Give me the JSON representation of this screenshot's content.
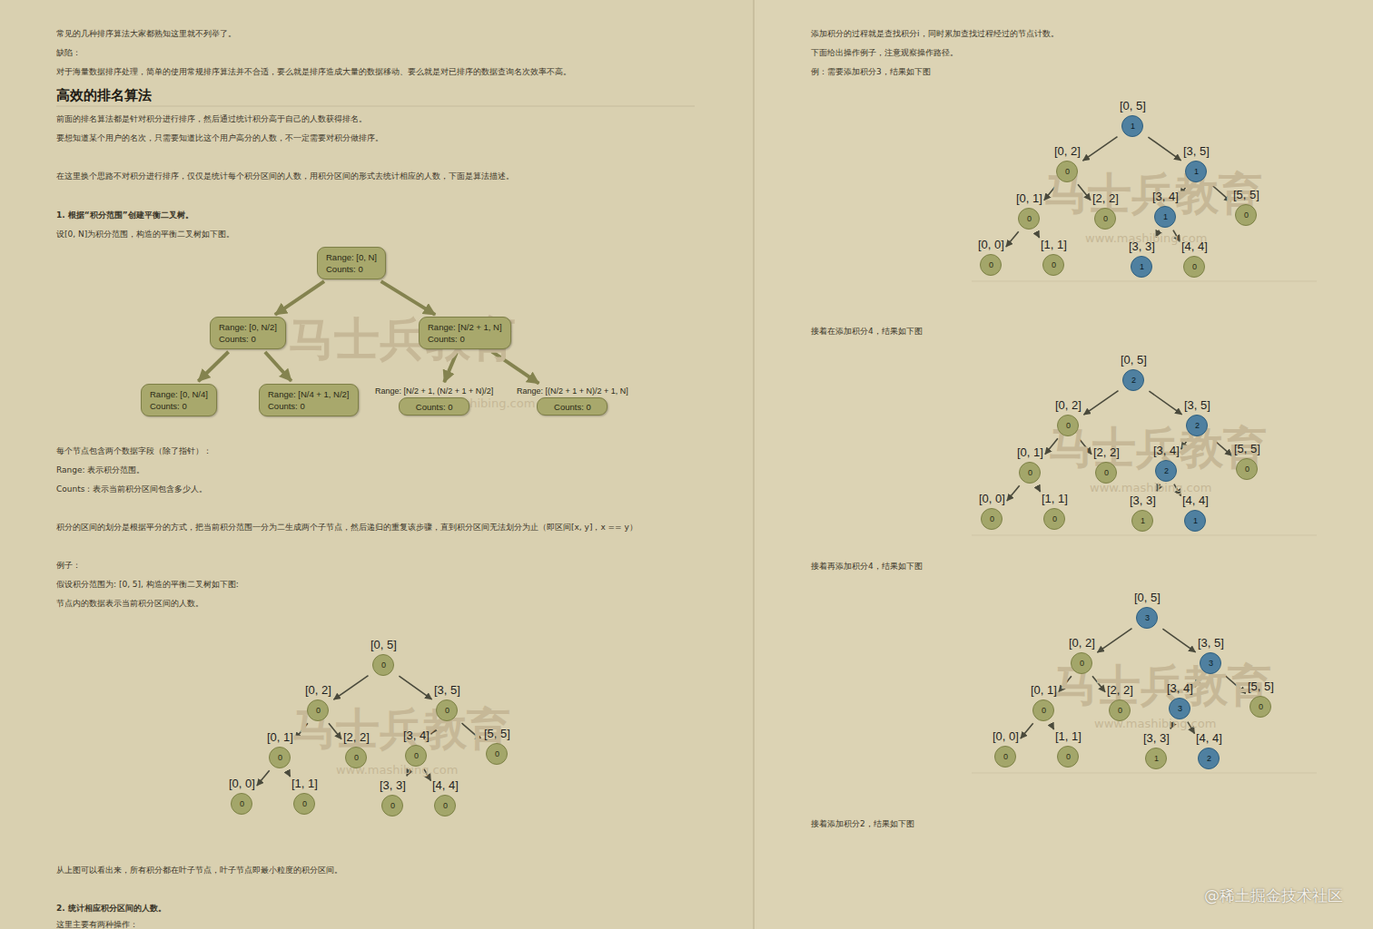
{
  "diagram": {
    "nodes": [
      {
        "text": [
          "Range: [0, N]",
          "Counts: 0"
        ]
      },
      {
        "text": [
          "Range: [0, N/2]",
          "Counts: 0"
        ]
      },
      {
        "text": [
          "Range: [N/2 + 1, N]",
          "Counts: 0"
        ]
      },
      {
        "text": [
          "Range: [0, N/4]",
          "Counts: 0"
        ]
      },
      {
        "text": [
          "Range: [N/4 + 1, N/2]",
          "Counts: 0"
        ]
      },
      {
        "text": [
          "Range: [N/2 + 1, (N/2 + 1 + N)/2]",
          "Counts: 0"
        ]
      },
      {
        "text": [
          "Range: [(N/2 + 1 + N)/2 + 1, N]",
          "Counts: 0"
        ]
      },
      {
        "text": [
          "[0, 5]",
          "0"
        ]
      },
      {
        "text": [
          "[0, 2]",
          "0"
        ]
      },
      {
        "text": [
          "[3, 5]",
          "0"
        ]
      },
      {
        "text": [
          "[0, 1]",
          "0"
        ]
      },
      {
        "text": [
          "[2, 2]",
          "0"
        ]
      },
      {
        "text": [
          "[3, 4]",
          "0"
        ]
      },
      {
        "text": [
          "[5, 5]",
          "0"
        ]
      },
      {
        "text": [
          "[0, 0]",
          "0"
        ]
      },
      {
        "text": [
          "[1, 1]",
          "0"
        ]
      },
      {
        "text": [
          "[3, 3]",
          "0"
        ]
      },
      {
        "text": [
          "[4, 4]",
          "0"
        ]
      },
      {
        "text": [
          "[0, 5]",
          "1"
        ]
      },
      {
        "text": [
          "[0, 2]",
          "0"
        ]
      },
      {
        "text": [
          "[3, 5]",
          "1"
        ]
      },
      {
        "text": [
          "[0, 1]",
          "0"
        ]
      },
      {
        "text": [
          "[2, 2]",
          "0"
        ]
      },
      {
        "text": [
          "[3, 4]",
          "1"
        ]
      },
      {
        "text": [
          "[5, 5]",
          "0"
        ]
      },
      {
        "text": [
          "[0, 0]",
          "0"
        ]
      },
      {
        "text": [
          "[1, 1]",
          "0"
        ]
      },
      {
        "text": [
          "[3, 3]",
          "1"
        ]
      },
      {
        "text": [
          "[4, 4]",
          "0"
        ]
      },
      {
        "text": [
          "[0, 5]",
          "2"
        ]
      },
      {
        "text": [
          "[0, 2]",
          "0"
        ]
      },
      {
        "text": [
          "[3, 5]",
          "2"
        ]
      },
      {
        "text": [
          "[0, 1]",
          "0"
        ]
      },
      {
        "text": [
          "[2, 2]",
          "0"
        ]
      },
      {
        "text": [
          "[3, 4]",
          "2"
        ]
      },
      {
        "text": [
          "[5, 5]",
          "0"
        ]
      },
      {
        "text": [
          "[0, 0]",
          "0"
        ]
      },
      {
        "text": [
          "[1, 1]",
          "0"
        ]
      },
      {
        "text": [
          "[3, 3]",
          "1"
        ]
      },
      {
        "text": [
          "[4, 4]",
          "1"
        ]
      },
      {
        "text": [
          "[0, 5]",
          "3"
        ]
      },
      {
        "text": [
          "[0, 2]",
          "0"
        ]
      },
      {
        "text": [
          "[3, 5]",
          "3"
        ]
      },
      {
        "text": [
          "[0, 1]",
          "0"
        ]
      },
      {
        "text": [
          "[2, 2]",
          "0"
        ]
      },
      {
        "text": [
          "[3, 4]",
          "3"
        ]
      },
      {
        "text": [
          "[5, 5]",
          "0"
        ]
      },
      {
        "text": [
          "[0, 0]",
          "0"
        ]
      },
      {
        "text": [
          "[1, 1]",
          "0"
        ]
      },
      {
        "text": [
          "[3, 3]",
          "1"
        ]
      },
      {
        "text": [
          "[4, 4]",
          "2"
        ]
      }
    ],
    "edges": [
      {
        "from": 0,
        "to": 1,
        "arrow": "to"
      },
      {
        "from": 0,
        "to": 2,
        "arrow": "to"
      },
      {
        "from": 1,
        "to": 3,
        "arrow": "to"
      },
      {
        "from": 1,
        "to": 4,
        "arrow": "to"
      },
      {
        "from": 2,
        "to": 5,
        "arrow": "to"
      },
      {
        "from": 2,
        "to": 6,
        "arrow": "to"
      },
      {
        "from": 7,
        "to": 8,
        "arrow": "to"
      },
      {
        "from": 7,
        "to": 9,
        "arrow": "to"
      },
      {
        "from": 8,
        "to": 10,
        "arrow": "to"
      },
      {
        "from": 8,
        "to": 11,
        "arrow": "to"
      },
      {
        "from": 9,
        "to": 12,
        "arrow": "to"
      },
      {
        "from": 9,
        "to": 13,
        "arrow": "to"
      },
      {
        "from": 10,
        "to": 14,
        "arrow": "to"
      },
      {
        "from": 10,
        "to": 15,
        "arrow": "to"
      },
      {
        "from": 12,
        "to": 16,
        "arrow": "to"
      },
      {
        "from": 12,
        "to": 17,
        "arrow": "to"
      },
      {
        "from": 18,
        "to": 19,
        "arrow": "to"
      },
      {
        "from": 18,
        "to": 20,
        "arrow": "to"
      },
      {
        "from": 19,
        "to": 21,
        "arrow": "to"
      },
      {
        "from": 19,
        "to": 22,
        "arrow": "to"
      },
      {
        "from": 20,
        "to": 23,
        "arrow": "to"
      },
      {
        "from": 20,
        "to": 24,
        "arrow": "to"
      },
      {
        "from": 21,
        "to": 25,
        "arrow": "to"
      },
      {
        "from": 21,
        "to": 26,
        "arrow": "to"
      },
      {
        "from": 23,
        "to": 27,
        "arrow": "to"
      },
      {
        "from": 23,
        "to": 28,
        "arrow": "to"
      },
      {
        "from": 29,
        "to": 30,
        "arrow": "to"
      },
      {
        "from": 29,
        "to": 31,
        "arrow": "to"
      },
      {
        "from": 30,
        "to": 32,
        "arrow": "to"
      },
      {
        "from": 30,
        "to": 33,
        "arrow": "to"
      },
      {
        "from": 31,
        "to": 34,
        "arrow": "to"
      },
      {
        "from": 31,
        "to": 35,
        "arrow": "to"
      },
      {
        "from": 32,
        "to": 36,
        "arrow": "to"
      },
      {
        "from": 32,
        "to": 37,
        "arrow": "to"
      },
      {
        "from": 34,
        "to": 38,
        "arrow": "to"
      },
      {
        "from": 34,
        "to": 39,
        "arrow": "to"
      },
      {
        "from": 40,
        "to": 41,
        "arrow": "to"
      },
      {
        "from": 40,
        "to": 42,
        "arrow": "to"
      },
      {
        "from": 41,
        "to": 43,
        "arrow": "to"
      },
      {
        "from": 41,
        "to": 44,
        "arrow": "to"
      },
      {
        "from": 42,
        "to": 45,
        "arrow": "to"
      },
      {
        "from": 42,
        "to": 46,
        "arrow": "to"
      },
      {
        "from": 43,
        "to": 47,
        "arrow": "to"
      },
      {
        "from": 43,
        "to": 48,
        "arrow": "to"
      },
      {
        "from": 45,
        "to": 49,
        "arrow": "to"
      },
      {
        "from": 45,
        "to": 50,
        "arrow": "to"
      }
    ],
    "labels": [
      "常见的几种排序算法大家都熟知这里就不列举了。",
      "缺陷：",
      "对于海量数据排序处理，简单的使用常规排序算法并不合适，要么就是排序造成大量的数据移动、要么就是对已排序的数据查询名次效率不高。",
      "高效的排名算法",
      "前面的排名算法都是针对积分进行排序，然后通过统计积分高于自己的人数获得排名。",
      "要想知道某个用户的名次，只需要知道比这个用户高分的人数，不一定需要对积分做排序。",
      "在这里换个思路不对积分进行排序，仅仅是统计每个积分区间的人数，用积分区间的形式去统计相应的人数，下面是算法描述。",
      "1. 根据“积分范围”创建平衡二叉树。",
      "设[0, N]为积分范围，构造的平衡二叉树如下图。",
      "每个节点包含两个数据字段（除了指针）：",
      "Range: 表示积分范围。",
      "Counts：表示当前积分区间包含多少人。",
      "积分的区间的划分是根据平分的方式，把当前积分范围一分为二生成两个子节点，然后递归的重复该步骤，直到积分区间无法划分为止（即区间[x, y]，x == y）",
      "例子：",
      "假设积分范围为: [0, 5], 构造的平衡二叉树如下图:",
      "节点内的数据表示当前积分区间的人数。",
      "从上图可以看出来，所有积分都在叶子节点，叶子节点即最小粒度的积分区间。",
      "2. 统计相应积分区间的人数。",
      "这里主要有两种操作：",
      "添加积分的过程就是查找积分i，同时累加查找过程经过的节点计数。",
      "下面给出操作例子，注意观察操作路径。",
      "例：需要添加积分3，结果如下图",
      "接着在添加积分4，结果如下图",
      "接着再添加积分4，结果如下图",
      "接着添加积分2，结果如下图",
      "@稀土掘金技术社区",
      "马士兵教育",
      "www.mashibing.com",
      "马士兵教育",
      "www.mashibing.com",
      "马士兵教育",
      "www.mashibing.com",
      "马士兵教育",
      "www.mashibing.com",
      "马士兵教育",
      "www.mashibing.com"
    ]
  }
}
